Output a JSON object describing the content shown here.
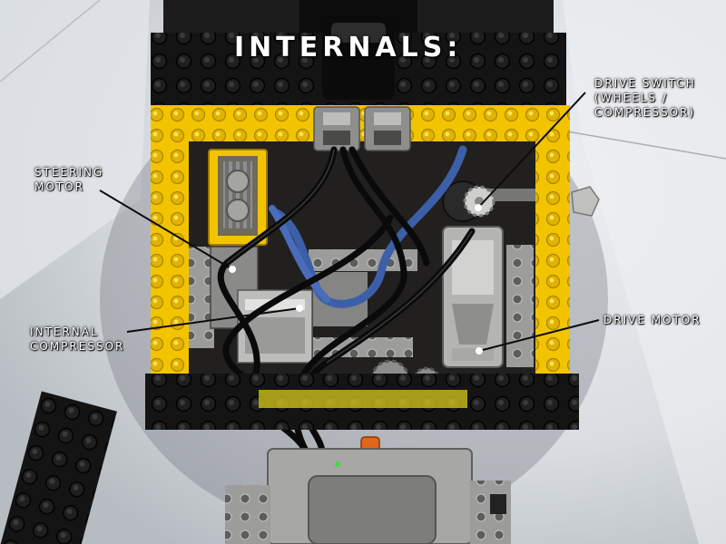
{
  "title": "INTERNALS:",
  "labels": {
    "steering_motor": [
      "STEERING",
      "MOTOR"
    ],
    "drive_switch": [
      "DRIVE SWITCH",
      "(WHEELS /",
      "COMPRESSOR)"
    ],
    "internal_compressor": [
      "INTERNAL",
      "COMPRESSOR"
    ],
    "drive_motor": "DRIVE MOTOR"
  },
  "colors": {
    "lego_yellow": "#f2c400",
    "lego_black": "#161616",
    "lego_gray": "#9a9a98",
    "tube_blue": "#3c5fa8",
    "background_white": "#e4e7ea"
  }
}
